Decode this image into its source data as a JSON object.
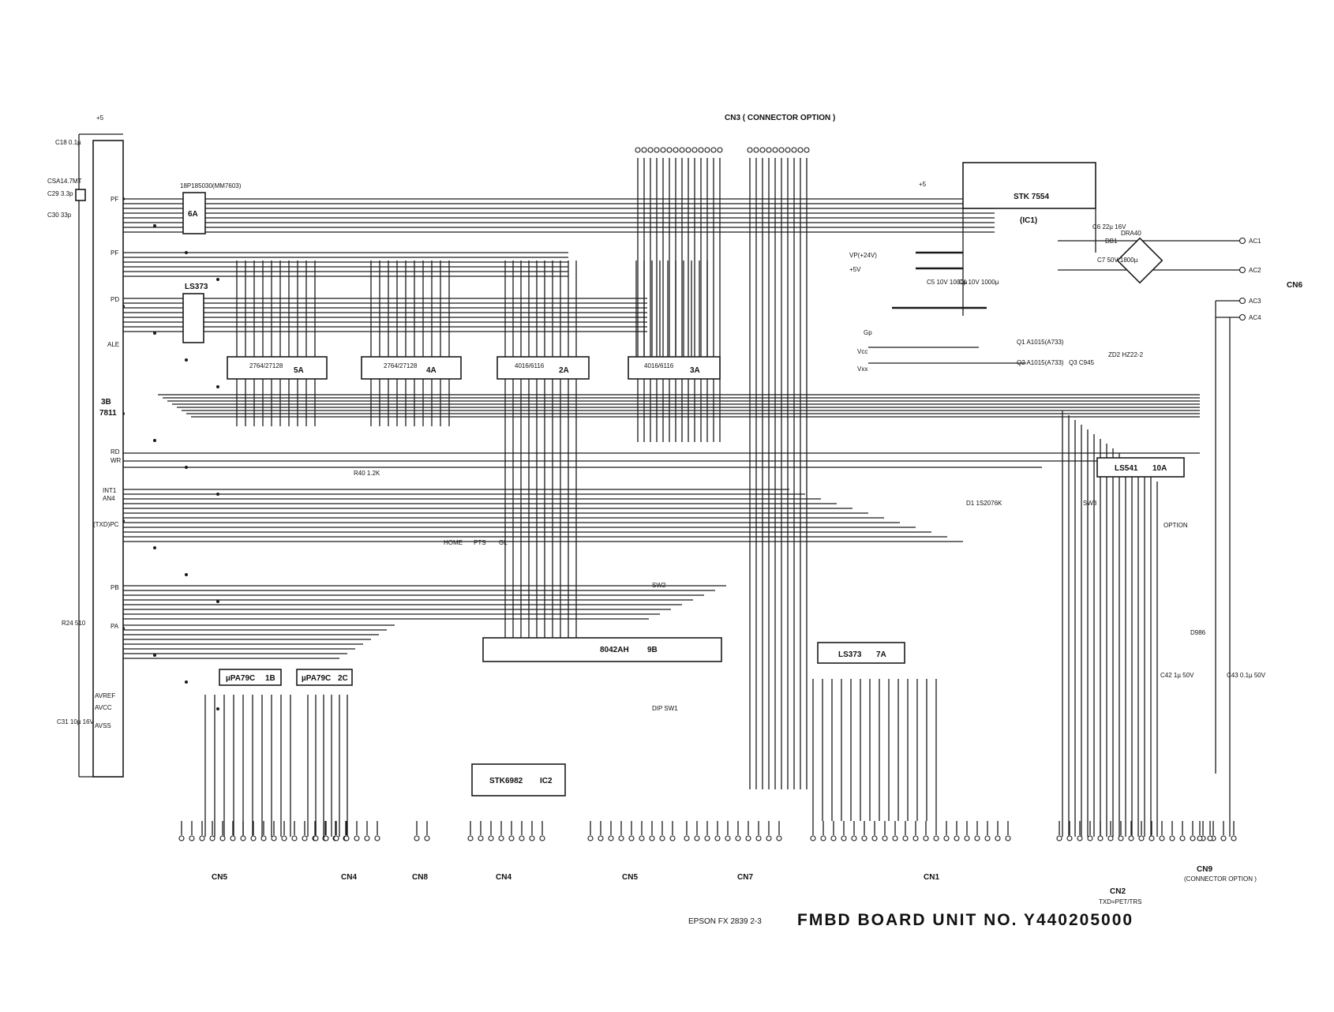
{
  "footer": {
    "brand_code": "EPSON   FX 2839 2-3",
    "title": "FMBD  BOARD  UNIT  NO. Y440205000"
  },
  "chips": {
    "main_cpu": {
      "ref": "3B",
      "part": "7811"
    },
    "latch": "LS373",
    "eprom_5a": {
      "ref": "5A",
      "part": "2764/27128"
    },
    "eprom_4a": {
      "ref": "4A",
      "part": "2764/27128"
    },
    "ram_2a": {
      "ref": "2A",
      "part": "4016/6116"
    },
    "ram_3a": {
      "ref": "3A",
      "part": "4016/6116"
    },
    "prom": {
      "ref": "6A",
      "part": "18P185030(MM7603)"
    },
    "slave_cpu": {
      "ref": "9B",
      "part": "8042AH"
    },
    "driver": {
      "ref": "IC2",
      "part": "STK6982"
    },
    "regulator": {
      "ref": "(IC1)",
      "part": "STK 7554"
    },
    "latch_7a": {
      "ref": "7A",
      "part": "LS373"
    },
    "buffer_10a": {
      "ref": "10A",
      "part": "LS541"
    },
    "array_1b": {
      "ref": "1B",
      "part": "µPA79C"
    },
    "array_2c": {
      "ref": "2C",
      "part": "µPA79C"
    }
  },
  "connectors": {
    "cn3_title": "CN3   ( CONNECTOR  OPTION )",
    "cn6": "CN6",
    "cn5": "CN5",
    "cn4": "CN4",
    "cn8": "CN8",
    "cn4b": "CN4",
    "cn5b": "CN5",
    "cn7": "CN7",
    "cn1": "CN1",
    "cn2": "CN2",
    "cn2_sub": "TXD=PET/TRS",
    "cn9": "CN9",
    "cn9_sub": "(CONNECTOR  OPTION )",
    "option": "OPTION"
  },
  "ac_lines": [
    "AC1",
    "AC2",
    "AC3",
    "AC4"
  ],
  "power": {
    "vp": "VP(+24V)",
    "plus5": "+5V",
    "plus5_short": "+5",
    "vcc": "Vcc",
    "vxx": "Vxx",
    "gp": "Gp",
    "dra": "DRA40",
    "db": "DB1"
  },
  "cpu_pins": {
    "pf": "PF",
    "pd": "PD",
    "ale": "ALE",
    "rd": "RD",
    "wr": "WR",
    "int": "INT1",
    "an4": "AN4",
    "txd": "(TXD)PC",
    "pb": "PB",
    "pa": "PA",
    "avref": "AVREF",
    "avcc": "AVCC",
    "avss": "AVSS"
  },
  "signals": {
    "home": "HOME",
    "pts": "PTS",
    "gl": "GL",
    "sw2": "SW2",
    "dip": "DIP SW1",
    "sw3": "SW3"
  },
  "component_labels": {
    "crystal": "CSA14.7MT",
    "c18": "C18 0.1µ",
    "c29": "C29 3.3p",
    "c30": "C30 33p",
    "r24": "R24 510",
    "c31": "C31 10µ 16V",
    "r40": "R40 1.2K",
    "d1": "D1 1S2076K",
    "c6": "C6 22µ 16V",
    "c5": "C5 10V 1000µ",
    "c4": "C4 10V 1000µ",
    "c7": "C7 50V 1800µ",
    "zd2": "ZD2 HZ22-2",
    "q1": "Q1 A1015(A733)",
    "q2": "Q2 A1015(A733)",
    "q3": "Q3 C945",
    "d986": "D986",
    "c42": "C42 1µ 50V",
    "c43": "C43 0.1µ 50V"
  }
}
